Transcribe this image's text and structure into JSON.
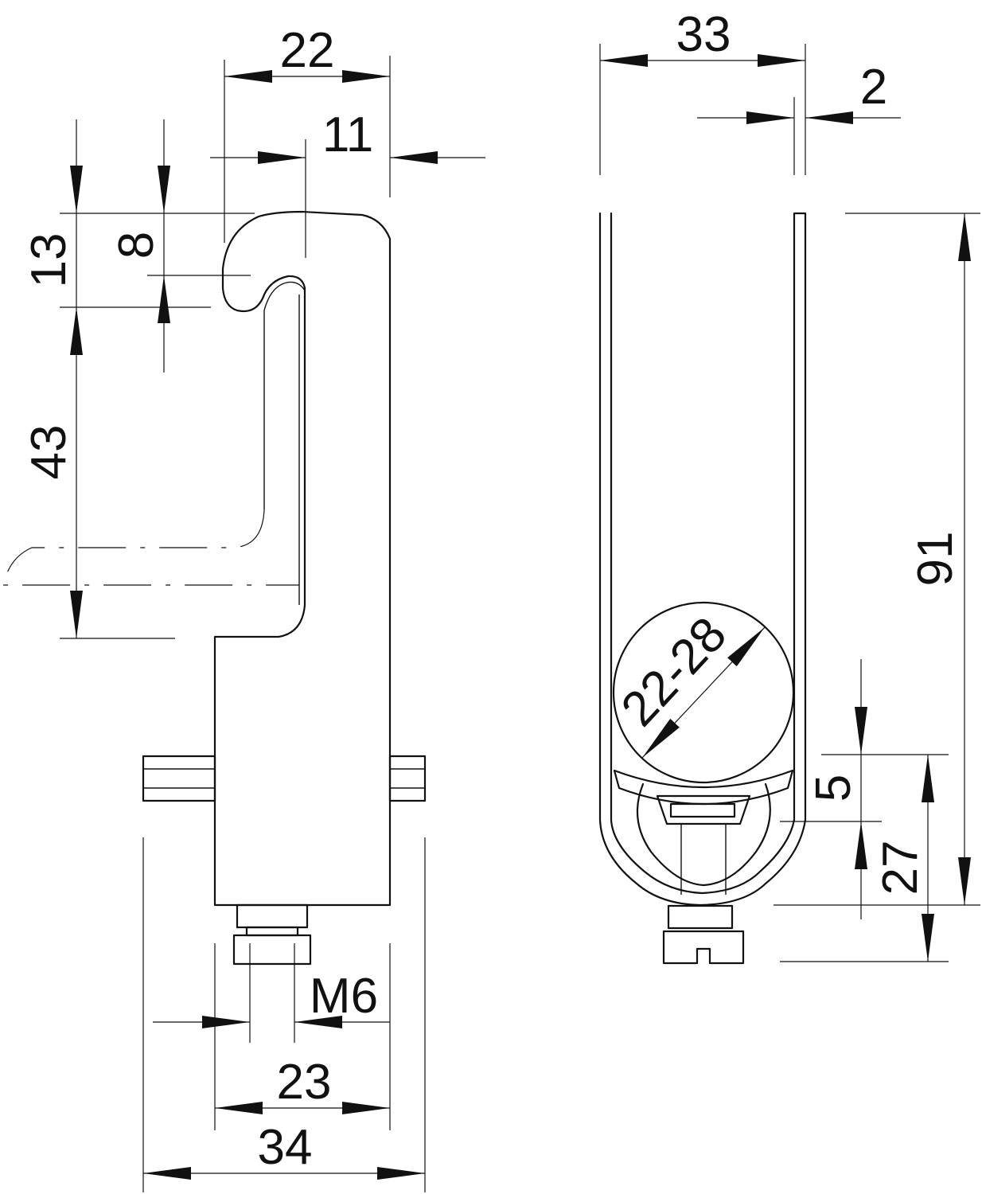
{
  "side_view": {
    "dim_22": "22",
    "dim_11": "11",
    "dim_13": "13",
    "dim_8": "8",
    "dim_43": "43",
    "dim_thread": "M6",
    "dim_23": "23",
    "dim_34": "34"
  },
  "front_view": {
    "dim_33": "33",
    "dim_2": "2",
    "dim_91": "91",
    "dim_diameter": "22-28",
    "dim_5": "5",
    "dim_27": "27"
  }
}
